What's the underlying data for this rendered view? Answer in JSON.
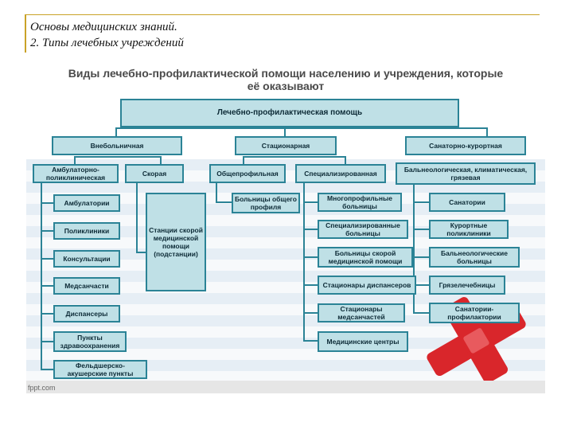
{
  "header": {
    "line1": "Основы медицинских знаний.",
    "line2": "2. Типы лечебных учреждений"
  },
  "slide": {
    "title_line1": "Виды лечебно-профилактической помощи населению и учреждения, которые",
    "title_line2": "её оказывают",
    "footer": "fppt.com"
  },
  "diagram": {
    "root": "Лечебно-профилактическая помощь",
    "outpatient": "Внебольничная",
    "inpatient": "Стационарная",
    "sanatorium": "Санаторно-курортная",
    "ambulatory": "Амбулаторно-поликлиническая",
    "emergency": "Скорая",
    "general_profile": "Общепрофильная",
    "specialized": "Специализированная",
    "balneo": "Бальнеологическая, климатическая, грязевая",
    "amb_items": [
      "Амбулатории",
      "Поликлиники",
      "Консультации",
      "Медсанчасти",
      "Диспансеры",
      "Пункты здравоохранения",
      "Фельдшерско-акушерские пункты"
    ],
    "emergency_item": "Станции скорой медицинской помощи (подстанции)",
    "general_item": "Больницы общего профиля",
    "spec_items": [
      "Многопрофильные больницы",
      "Специализированные больницы",
      "Больницы скорой медицинской помощи",
      "Стационары диспансеров",
      "Стационары медсанчастей",
      "Медицинские центры"
    ],
    "balneo_items": [
      "Санатории",
      "Курортные поликлиники",
      "Бальнеологические больницы",
      "Грязелечебницы",
      "Санатории-профилактории"
    ]
  },
  "colors": {
    "box_fill": "#bfe0e6",
    "box_border": "#2b8396",
    "cross": "#d9262b",
    "accent": "#c9a227"
  }
}
